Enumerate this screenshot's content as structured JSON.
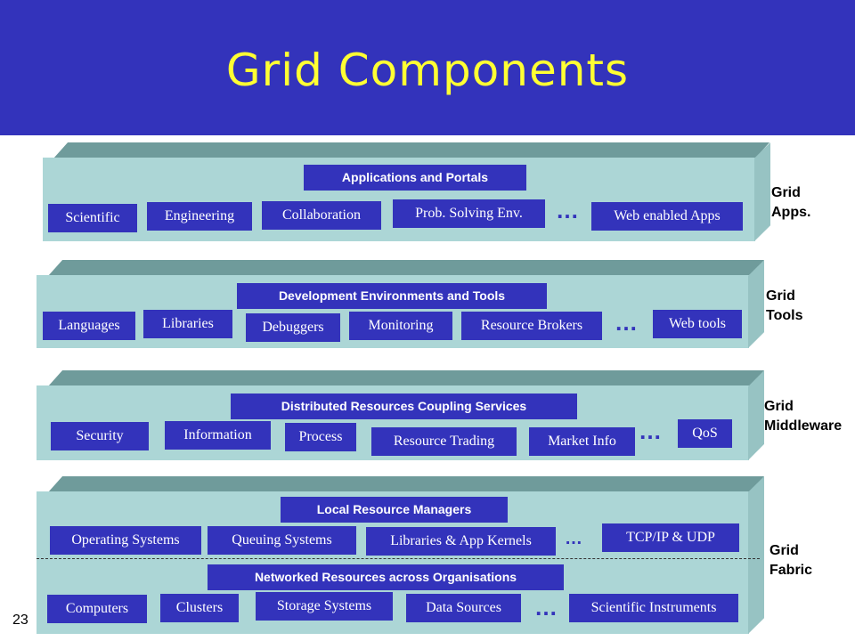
{
  "title": "Grid Components",
  "page_number": "23",
  "layers": {
    "apps": {
      "banner": "Applications and Portals",
      "items": [
        "Scientific",
        "Engineering",
        "Collaboration",
        "Prob. Solving Env.",
        "Web enabled Apps"
      ],
      "ellipsis": "…",
      "label_line1": "Grid",
      "label_line2": "Apps."
    },
    "tools": {
      "banner": "Development Environments and Tools",
      "items": [
        "Languages",
        "Libraries",
        "Debuggers",
        "Monitoring",
        "Resource Brokers",
        "Web tools"
      ],
      "ellipsis": "…",
      "label_line1": "Grid",
      "label_line2": "Tools"
    },
    "middleware": {
      "banner": "Distributed Resources Coupling Services",
      "items": [
        "Security",
        "Information",
        "Process",
        "Resource Trading",
        "Market Info",
        "QoS"
      ],
      "ellipsis": "…",
      "label_line1": "Grid",
      "label_line2": "Middleware"
    },
    "fabric": {
      "banner_top": "Local Resource Managers",
      "items_top": [
        "Operating Systems",
        "Queuing Systems",
        "Libraries & App Kernels",
        "TCP/IP & UDP"
      ],
      "ellipsis_top": "…",
      "banner_bottom": "Networked Resources across Organisations",
      "items_bottom": [
        "Computers",
        "Clusters",
        "Storage Systems",
        "Data Sources",
        "Scientific Instruments"
      ],
      "ellipsis_bottom": "…",
      "label_line1": "Grid",
      "label_line2": "Fabric"
    }
  }
}
